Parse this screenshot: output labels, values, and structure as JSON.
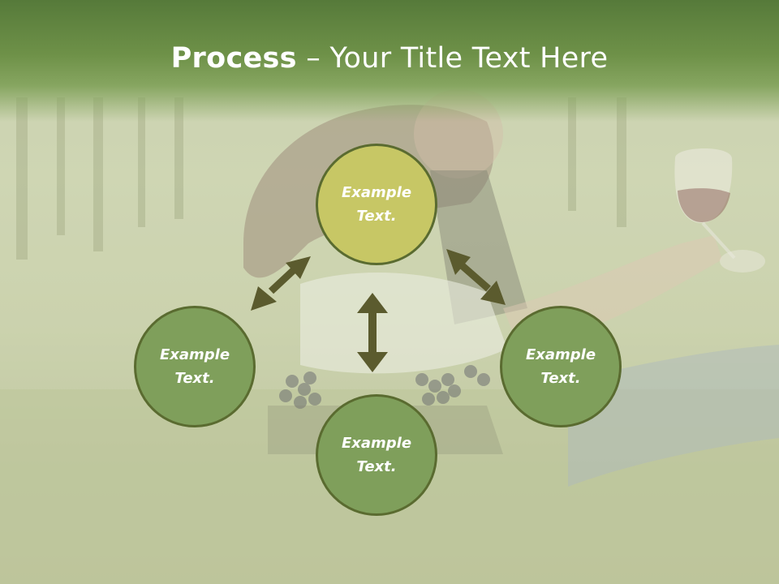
{
  "slide": {
    "title_bold": "Process",
    "title_rest": " – Your Title Text Here"
  },
  "nodes": {
    "top": "Example\nText.",
    "left": "Example\nText.",
    "right": "Example\nText.",
    "bottom": "Example\nText."
  },
  "colors": {
    "title_band": "#6e9148",
    "node_highlight": "#c7c765",
    "node_default": "#7f9f5b",
    "node_border": "#5a6b30",
    "arrow": "#5b5b2e"
  }
}
